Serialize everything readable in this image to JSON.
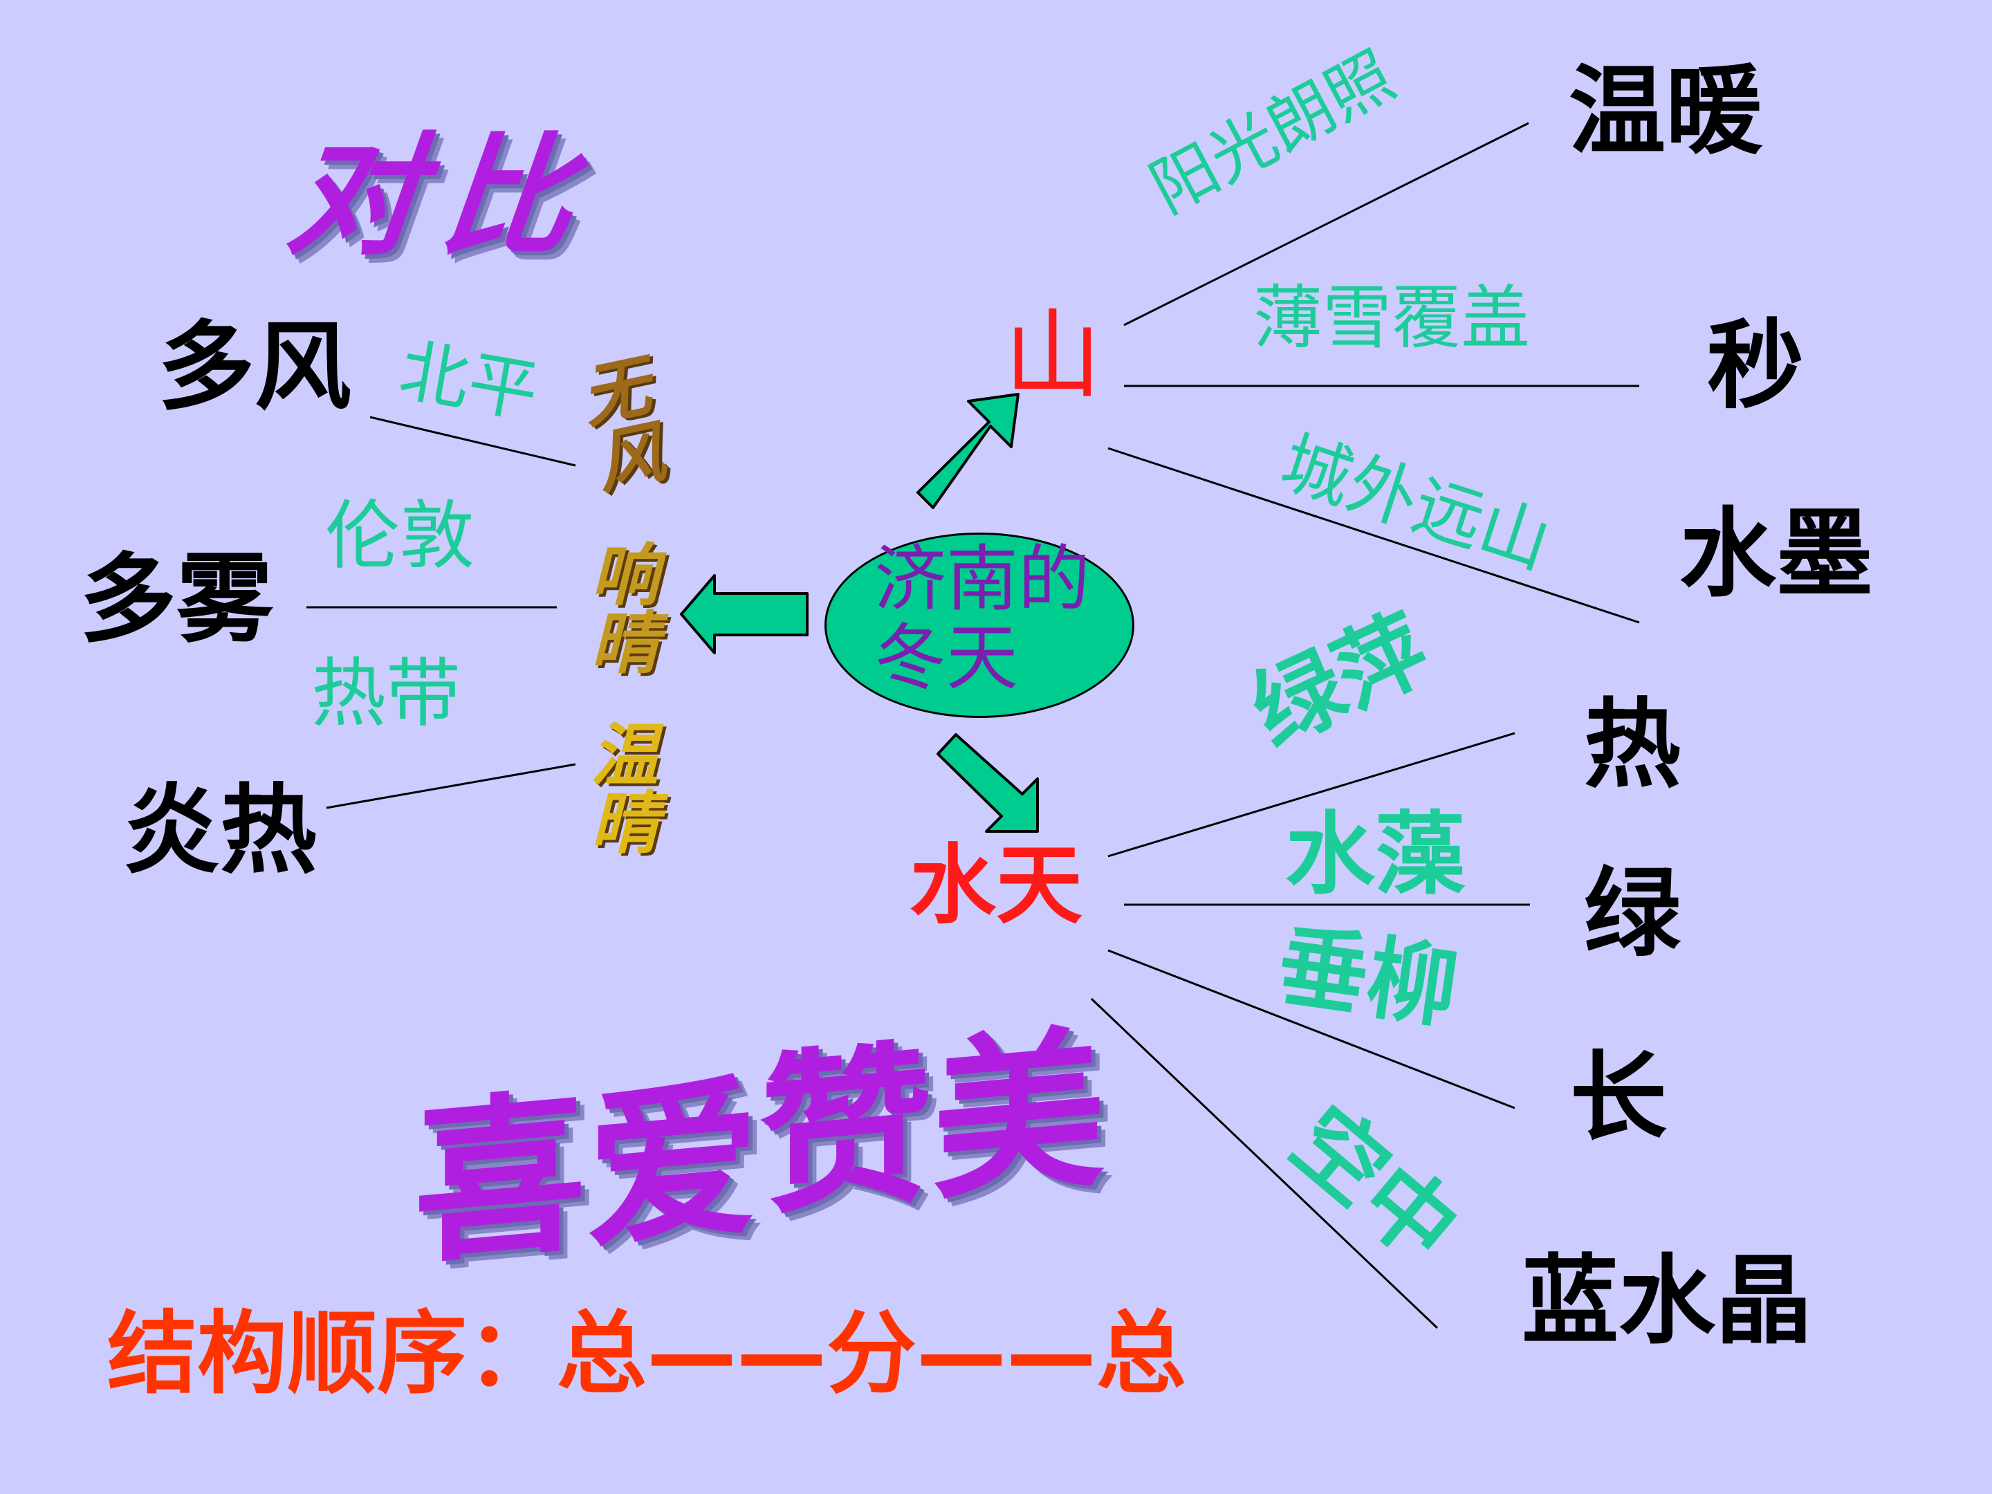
{
  "center": {
    "title": "济南的冬天"
  },
  "branches": {
    "mountain": "山",
    "water_sky": "水天"
  },
  "contrast": {
    "title": "对比",
    "left_words": [
      "多风",
      "多雾",
      "炎热"
    ],
    "cities": [
      "北平",
      "伦敦",
      "热带"
    ],
    "jinan_traits": [
      "无风",
      "响晴",
      "温晴"
    ]
  },
  "mountain_items": [
    {
      "label": "阳光朗照",
      "word": "温暖"
    },
    {
      "label": "薄雪覆盖",
      "word": "秒"
    },
    {
      "label": "城外远山",
      "word": "水墨"
    }
  ],
  "water_items": [
    {
      "label": "绿萍",
      "word": "热"
    },
    {
      "label": "水藻",
      "word": "绿"
    },
    {
      "label": "垂柳",
      "word": "长"
    },
    {
      "label": "空中",
      "word": "蓝水晶"
    }
  ],
  "emotion": {
    "love": "喜爱",
    "praise": "赞美"
  },
  "structure": {
    "text": "结构顺序：总——分——总"
  },
  "colors": {
    "background": "#ccccff",
    "accent_teal": "#1ecc99",
    "accent_red": "#ff1a1a",
    "wordart_purple": "#b01fe0",
    "ellipse": "#00cc8f"
  }
}
